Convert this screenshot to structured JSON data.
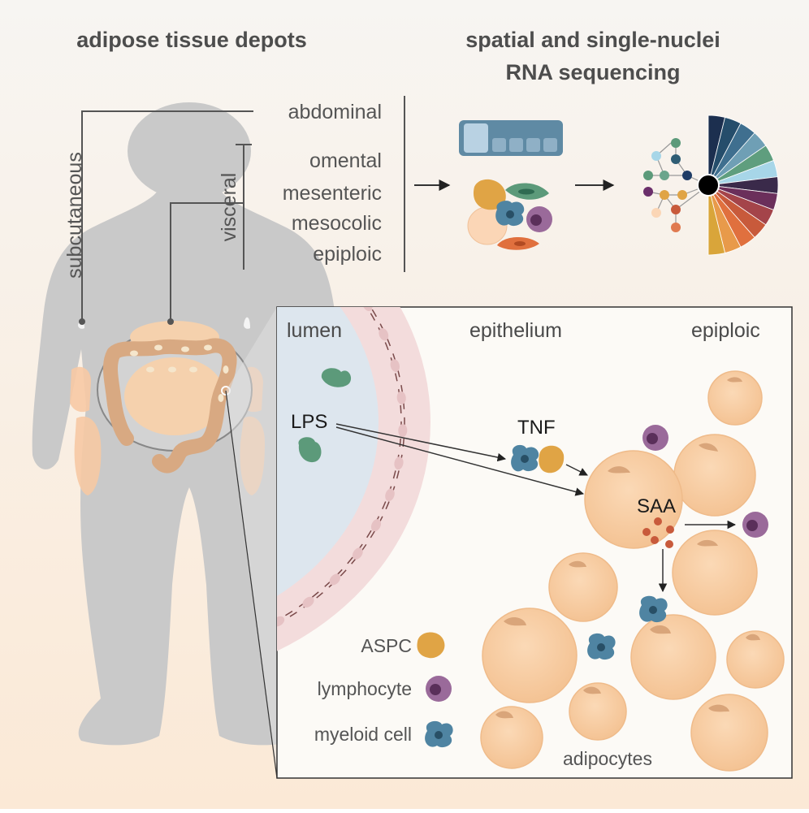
{
  "titles": {
    "left": "adipose tissue depots",
    "right_line1": "spatial and single-nuclei",
    "right_line2": "RNA sequencing"
  },
  "depots": {
    "subcutaneous": "subcutaneous",
    "visceral": "visceral",
    "abdominal": "abdominal",
    "visceral_items": [
      "omental",
      "mesenteric",
      "mesocolic",
      "epiploic"
    ]
  },
  "panel": {
    "lumen": "lumen",
    "epithelium": "epithelium",
    "epiploic": "epiploic",
    "lps": "LPS",
    "tnf": "TNF",
    "saa": "SAA",
    "adipocytes": "adipocytes"
  },
  "legend": {
    "aspc": "ASPC",
    "lymphocyte": "lymphocyte",
    "myeloid": "myeloid cell"
  },
  "colors": {
    "title_text": "#4d4d4d",
    "body_silhouette": "#c9c9c9",
    "adipose_fill": "#f7d3b3",
    "intestine": "#d8a982",
    "lumen": "#dde6ee",
    "epithelium": "#f3dcdc",
    "aspc": "#e0a445",
    "lymphocyte": "#8c5a8c",
    "myeloid": "#4f84a2",
    "bacteria": "#5c9a7a"
  }
}
